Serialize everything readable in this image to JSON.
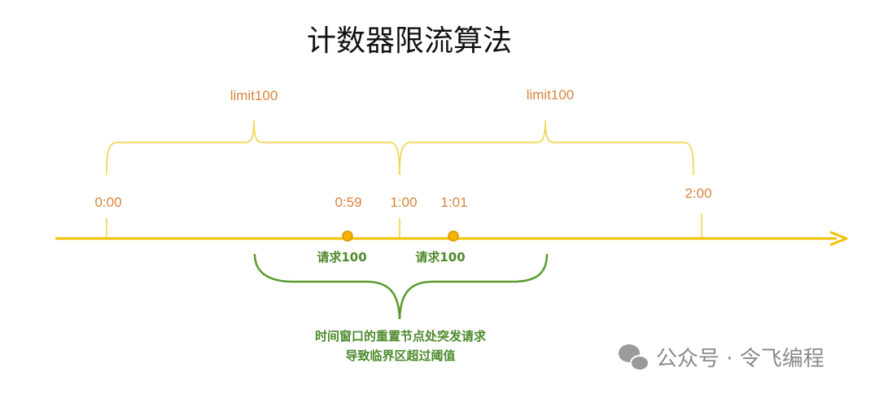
{
  "title": "计数器限流算法",
  "colors": {
    "axis": "#f2c200",
    "brace": "#f0d23c",
    "label": "#d9843f",
    "green": "#5a9a30",
    "dot": "#f5b400"
  },
  "windows": [
    {
      "label": "limit100"
    },
    {
      "label": "limit100"
    }
  ],
  "time_labels": {
    "t0": "0:00",
    "t059": "0:59",
    "t100": "1:00",
    "t101": "1:01",
    "t200": "2:00"
  },
  "requests": [
    {
      "label": "请求100"
    },
    {
      "label": "请求100"
    }
  ],
  "annotation": {
    "line1": "时间窗口的重置节点处突发请求",
    "line2": "导致临界区超过阈值"
  },
  "watermark": "公众号 · 令飞编程"
}
